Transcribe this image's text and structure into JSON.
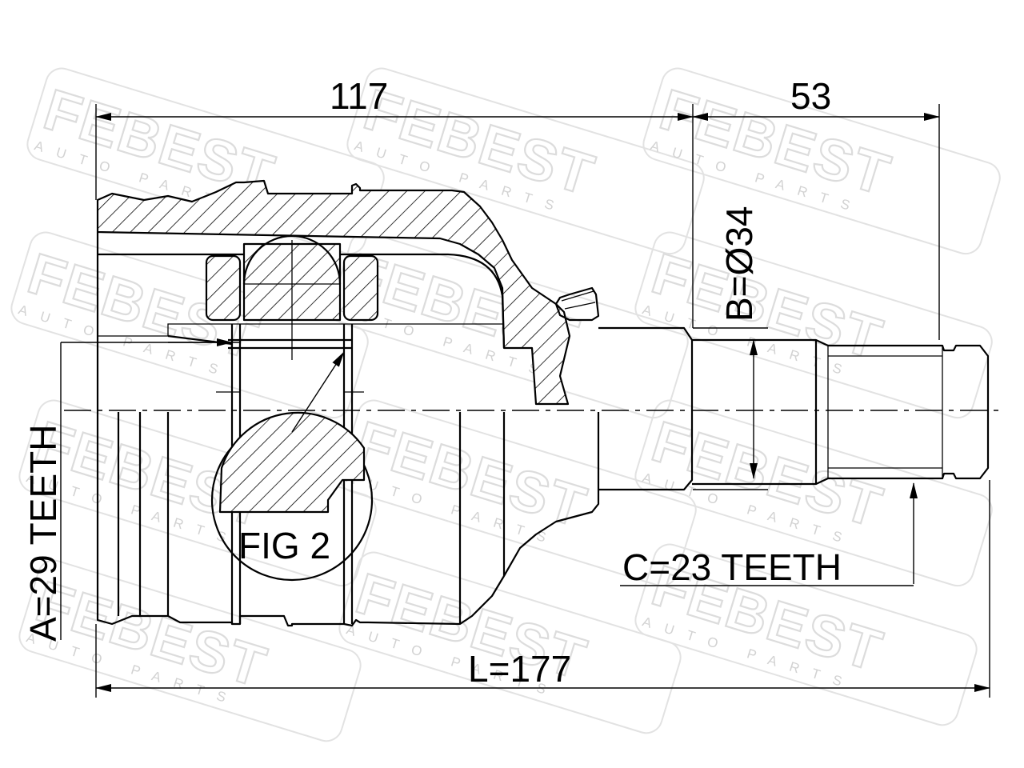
{
  "watermark": {
    "brand": "FEBEST",
    "tagline": "AUTO PARTS"
  },
  "dimensions": {
    "top_length": "117",
    "shaft_length": "53",
    "shaft_diameter": "B=Ø34",
    "outer_teeth": "A=29 TEETH",
    "inner_teeth": "C=23 TEETH",
    "total_length": "L=177",
    "detail_label": "FIG 2"
  }
}
